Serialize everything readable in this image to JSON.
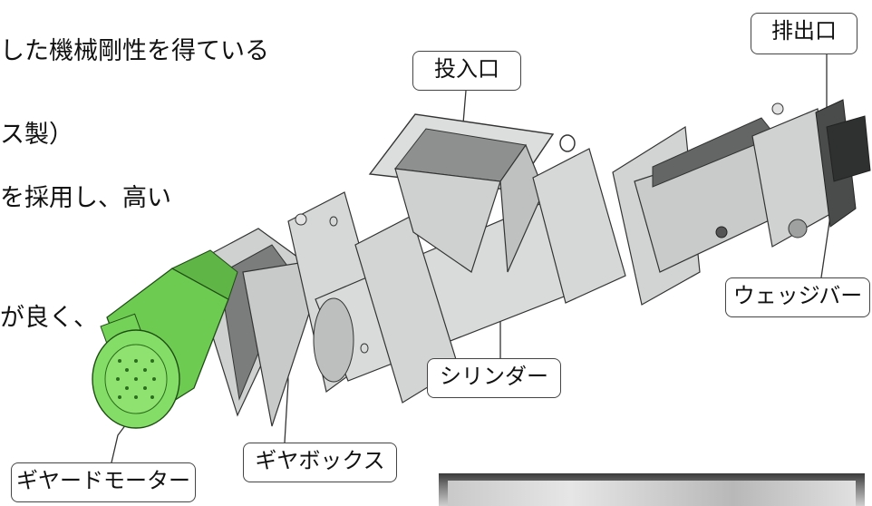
{
  "text_lines": [
    "した機械剛性を得ている",
    "ス製）",
    "を採用し、高い",
    "が良く、"
  ],
  "callouts": {
    "inlet": "投入口",
    "outlet": "排出口",
    "wedge_bar": "ウェッジバー",
    "cylinder": "シリンダー",
    "gearbox": "ギヤボックス",
    "geared_motor": "ギヤードモーター"
  },
  "colors": {
    "motor": "#6ecb52",
    "metal": "#d4d6d6",
    "metal_dark": "#5c5e5e",
    "outline": "#333333"
  }
}
